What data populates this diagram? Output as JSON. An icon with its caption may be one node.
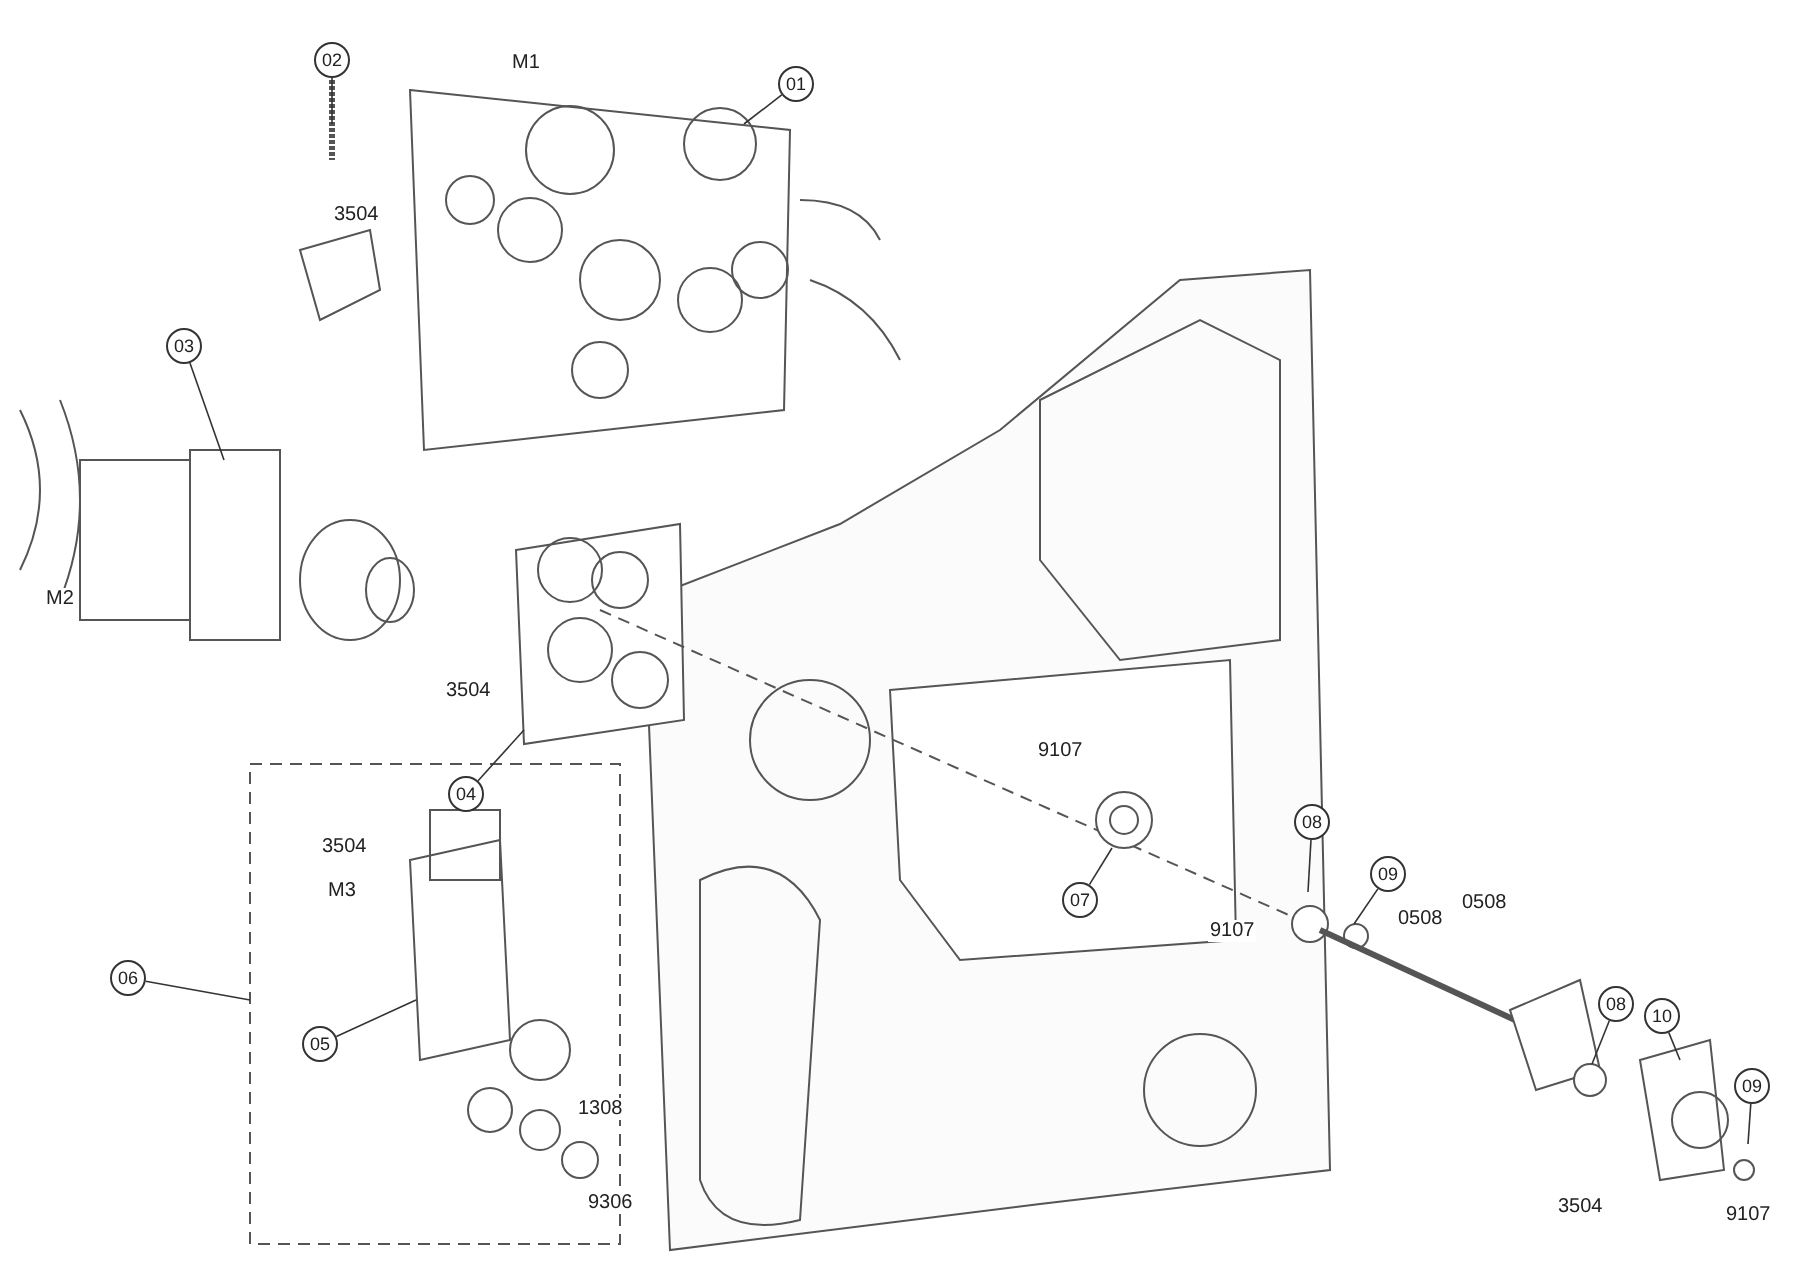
{
  "diagram": {
    "nodes": [
      {
        "text": [
          "02"
        ]
      },
      {
        "text": [
          "01"
        ]
      },
      {
        "text": [
          "03"
        ]
      },
      {
        "text": [
          "04"
        ]
      },
      {
        "text": [
          "06"
        ]
      },
      {
        "text": [
          "05"
        ]
      },
      {
        "text": [
          "07"
        ]
      },
      {
        "text": [
          "08"
        ]
      },
      {
        "text": [
          "09"
        ]
      },
      {
        "text": [
          "08"
        ]
      },
      {
        "text": [
          "10"
        ]
      },
      {
        "text": [
          "09"
        ]
      }
    ],
    "edges": [
      {
        "from": 0,
        "to": null,
        "arrow": "none"
      },
      {
        "from": 1,
        "to": null,
        "arrow": "none"
      },
      {
        "from": 2,
        "to": null,
        "arrow": "none"
      },
      {
        "from": 3,
        "to": null,
        "arrow": "none"
      },
      {
        "from": 4,
        "to": null,
        "arrow": "none"
      },
      {
        "from": 5,
        "to": null,
        "arrow": "none"
      },
      {
        "from": 6,
        "to": null,
        "arrow": "none"
      },
      {
        "from": 7,
        "to": null,
        "arrow": "none"
      },
      {
        "from": 8,
        "to": null,
        "arrow": "none"
      },
      {
        "from": 9,
        "to": null,
        "arrow": "none"
      },
      {
        "from": 10,
        "to": null,
        "arrow": "none"
      },
      {
        "from": 11,
        "to": null,
        "arrow": "none"
      }
    ],
    "labels": [
      "M1",
      "3504",
      "M2",
      "3504",
      "9107",
      "3504",
      "M3",
      "9107",
      "0508",
      "0508",
      "1308",
      "9306",
      "3504",
      "9107"
    ]
  }
}
